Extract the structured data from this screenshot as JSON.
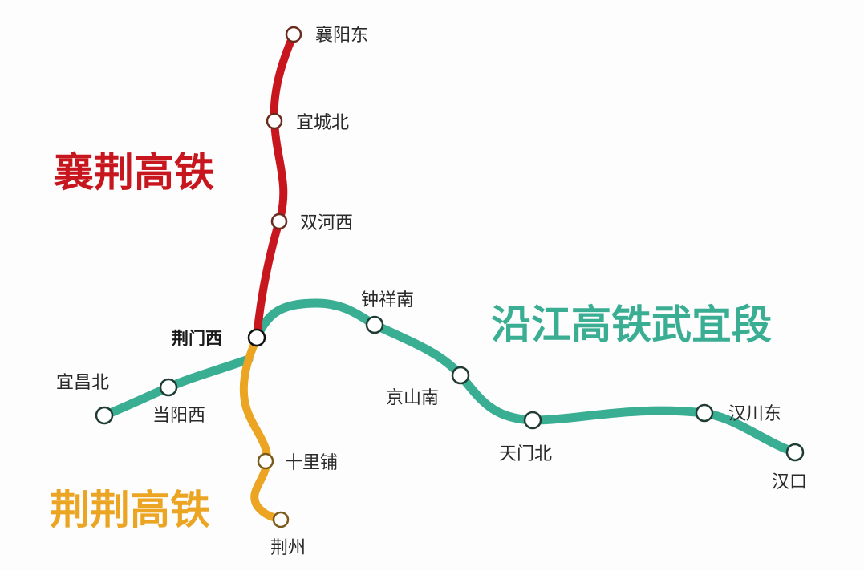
{
  "colors": {
    "xiangjing": "#c8161e",
    "yanjiang": "#3aae93",
    "jingjing": "#eba522",
    "station_fill": "#ffffff",
    "station_stroke": "#1f3b33",
    "label_text": "#2a2a2a",
    "background": "#fdfdfd"
  },
  "lines": {
    "xiangjing": {
      "title": "襄荆高铁",
      "stations": [
        "襄阳东",
        "宜城北",
        "双河西",
        "荆门西"
      ]
    },
    "yanjiang": {
      "title": "沿江高铁武宜段",
      "stations": [
        "宜昌北",
        "当阳西",
        "荆门西",
        "钟祥南",
        "京山南",
        "天门北",
        "汉川东",
        "汉口"
      ]
    },
    "jingjing": {
      "title": "荆荆高铁",
      "stations": [
        "荆门西",
        "十里铺",
        "荆州"
      ]
    }
  },
  "stations": {
    "xiangyangdong": "襄阳东",
    "yichengbei": "宜城北",
    "shuanghexi": "双河西",
    "jingmenxi": "荆门西",
    "zhongxiangnan": "钟祥南",
    "jingshannan": "京山南",
    "tianmenbei": "天门北",
    "hanchuandong": "汉川东",
    "hankou": "汉口",
    "yichangbei": "宜昌北",
    "dangyangxi": "当阳西",
    "shilipu": "十里铺",
    "jingzhou": "荆州"
  }
}
